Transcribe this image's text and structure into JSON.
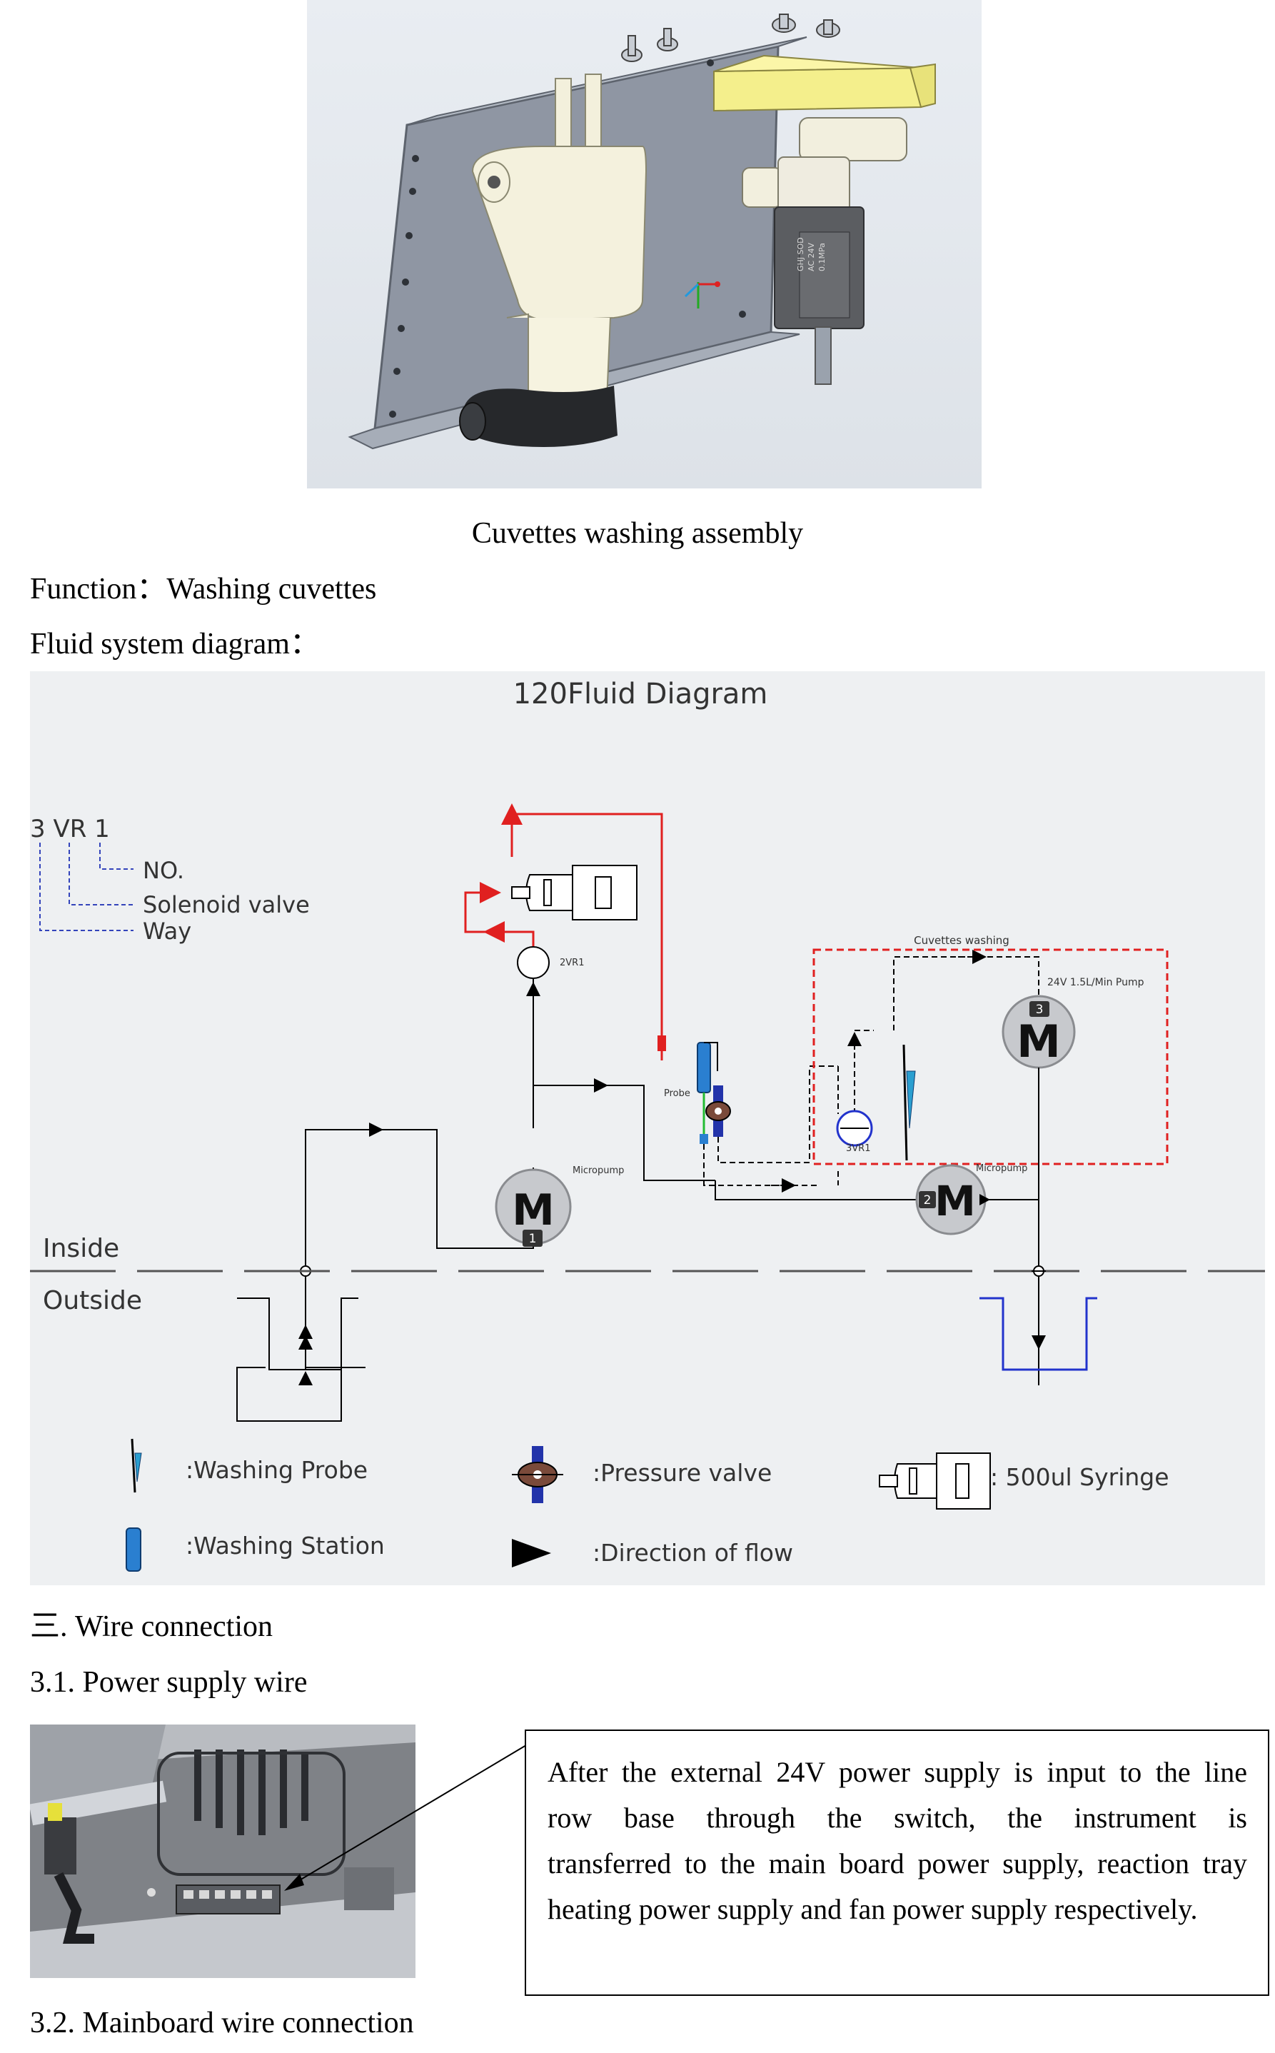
{
  "figure1": {
    "caption": "Cuvettes washing assembly",
    "valve_label_lines": [
      "GHJ SOD",
      "AC 24V",
      "0.1MPa"
    ]
  },
  "function_line": "Function：Washing cuvettes",
  "fluid_heading": "Fluid system diagram：",
  "diagram": {
    "title": "120Fluid Diagram",
    "legend_code": "3 VR 1",
    "legend_no": "NO.",
    "legend_solenoid": "Solenoid valve",
    "legend_way": "Way",
    "label_2vr1": "2VR1",
    "label_3vr1": "3VR1",
    "label_probe": "Probe",
    "label_micropump1": "Micropump",
    "label_micropump2": "Micropump",
    "label_cuvettes_washing": "Cuvettes washing",
    "label_pump3": "24V 1.5L/Min Pump",
    "pump1_num": "1",
    "pump2_num": "2",
    "pump3_num": "3",
    "motor_letter": "M",
    "inside": "Inside",
    "outside": "Outside",
    "key_washing_probe": ":Washing Probe",
    "key_washing_station": ":Washing Station",
    "key_pressure_valve": ":Pressure valve",
    "key_direction": ":Direction of flow",
    "key_syringe": ": 500ul Syringe"
  },
  "section3_heading": "三. Wire connection",
  "section31_heading": "3.1. Power supply wire",
  "callout_lines": [
    "After the external 24V power supply is input to the line",
    "row base through the switch, the instrument is",
    "transferred to the main board power supply, reaction tray",
    "heating power supply and fan power supply respectively."
  ],
  "section32_heading": "3.2. Mainboard wire connection",
  "colors": {
    "red_pipe": "#e02020",
    "blue_pipe": "#2233cc",
    "diagram_bg": "#eef0f2",
    "plate": "#8e96a2",
    "cream": "#f3f0dc",
    "yellow_bracket": "#f2ef8a"
  }
}
